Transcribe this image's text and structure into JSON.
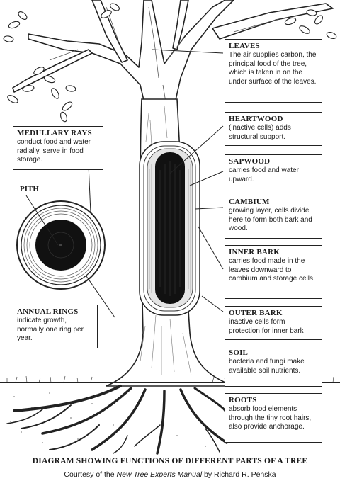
{
  "labels": {
    "leaves": {
      "title": "LEAVES",
      "text": "The air supplies carbon, the principal food of the tree, which is taken in on the under surface of the leaves."
    },
    "heartwood": {
      "title": "HEARTWOOD",
      "text": "(inactive cells) adds structural support."
    },
    "sapwood": {
      "title": "SAPWOOD",
      "text": "carries food and water upward."
    },
    "cambium": {
      "title": "CAMBIUM",
      "text": "growing layer, cells divide here to form both bark and wood."
    },
    "inner_bark": {
      "title": "INNER BARK",
      "text": "carries food made in the leaves downward to cambium and storage cells."
    },
    "outer_bark": {
      "title": "OUTER BARK",
      "text": "inactive cells form protection for inner bark"
    },
    "soil": {
      "title": "SOIL",
      "text": "bacteria and fungi make available soil nutrients."
    },
    "roots": {
      "title": "ROOTS",
      "text": "absorb food elements through the tiny root hairs, also provide anchorage."
    },
    "medullary_rays": {
      "title": "MEDULLARY RAYS",
      "text": "conduct food and water radially, serve in food storage."
    },
    "annual_rings": {
      "title": "ANNUAL RINGS",
      "text": "indicate growth, normally one ring per year."
    },
    "pith": "PITH"
  },
  "caption": "DIAGRAM SHOWING FUNCTIONS OF DIFFERENT PARTS OF A TREE",
  "credit": {
    "prefix": "Courtesy of the ",
    "title": "New Tree Experts Manual",
    "suffix": " by Richard R. Penska"
  }
}
